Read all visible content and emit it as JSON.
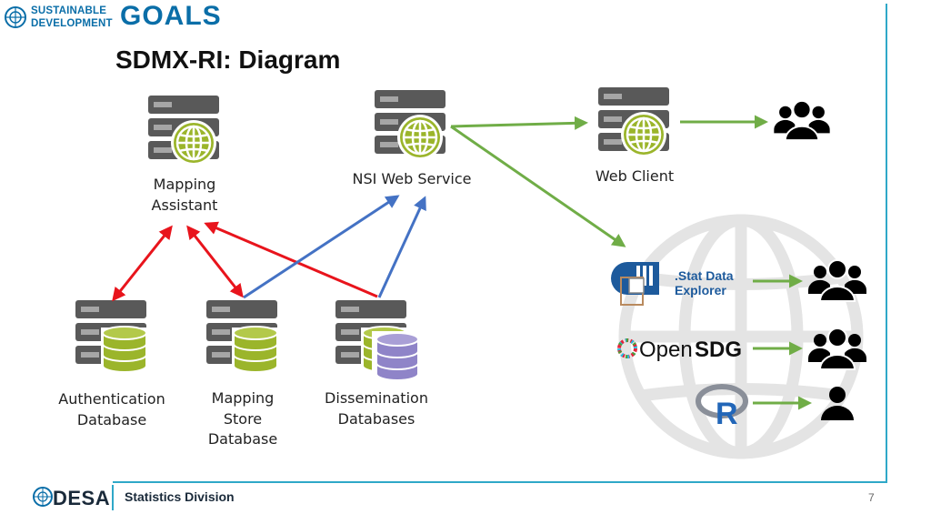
{
  "header": {
    "brand_line1": "SUSTAINABLE",
    "brand_line2": "DEVELOPMENT",
    "brand_goals": "GOALS"
  },
  "title": "SDMX-RI: Diagram",
  "nodes": {
    "mapping_assistant": "Mapping\nAssistant",
    "nsi_web_service": "NSI Web Service",
    "web_client": "Web Client",
    "authentication_database": "Authentication\nDatabase",
    "mapping_store_database": "Mapping\nStore\nDatabase",
    "dissemination_databases": "Dissemination\nDatabases"
  },
  "clients": {
    "stat_data_explorer": ".Stat Data\nExplorer",
    "open_sdg_prefix": "Open",
    "open_sdg_suffix": "SDG",
    "r_letter": "R"
  },
  "footer": {
    "org": "DESA",
    "division": "Statistics Division",
    "page_number": "7"
  },
  "colors": {
    "server_dark": "#595959",
    "server_light": "#7f7f7f",
    "globe_green": "#9bb52b",
    "db_purple": "#8f84c8",
    "arrow_red": "#e8141c",
    "arrow_blue": "#4472c4",
    "arrow_green": "#70ad47",
    "accent_blue": "#2fa8c8"
  },
  "icons": [
    "server-globe-icon",
    "server-database-icon",
    "people-group-icon",
    "person-icon",
    "globe-background-icon",
    "un-emblem-icon"
  ]
}
